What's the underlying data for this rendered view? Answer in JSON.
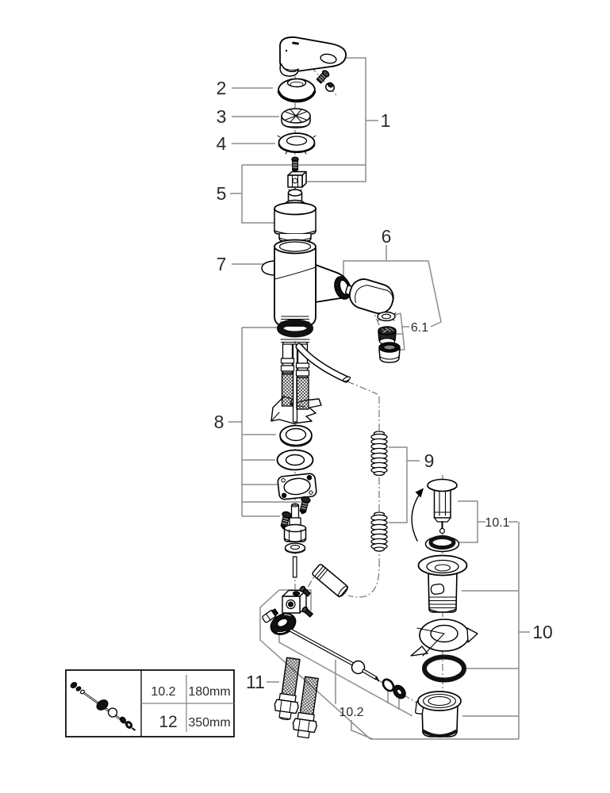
{
  "diagram": {
    "background": "#ffffff",
    "part_line_color": "#000000",
    "leader_line_color": "#8c8c8c",
    "text_color": "#2b2b2b",
    "callouts": {
      "n1": "1",
      "n2": "2",
      "n3": "3",
      "n4": "4",
      "n5": "5",
      "n6": "6",
      "n6_1": "6.1",
      "n7": "7",
      "n8": "8",
      "n9": "9",
      "n10": "10",
      "n10_1": "10.1",
      "n10_2": "10.2",
      "n11": "11"
    }
  },
  "size_table": {
    "rows": [
      {
        "part": "10.2",
        "length": "180mm"
      },
      {
        "part": "12",
        "length": "350mm"
      }
    ]
  }
}
